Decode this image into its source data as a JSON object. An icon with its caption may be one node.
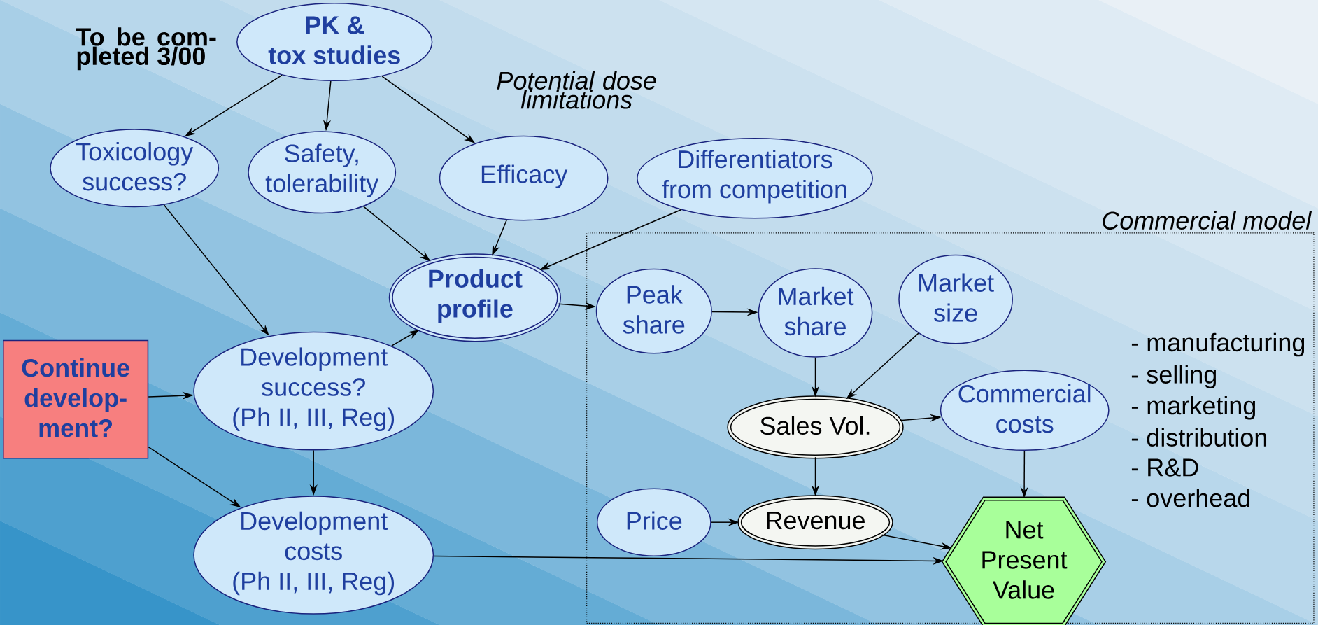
{
  "diagram": {
    "nodes": [
      {
        "text": [
          "PK & tox studies"
        ]
      },
      {
        "text": [
          "Toxicology success?"
        ]
      },
      {
        "text": [
          "Safety, tolerability"
        ]
      },
      {
        "text": [
          "Efficacy"
        ]
      },
      {
        "text": [
          "Differentiators from competition"
        ]
      },
      {
        "text": [
          "Product profile"
        ]
      },
      {
        "text": [
          "Continue develop- ment?"
        ]
      },
      {
        "text": [
          "Development success? (Ph II, III, Reg)"
        ]
      },
      {
        "text": [
          "Development costs (Ph II, III, Reg)"
        ]
      },
      {
        "text": [
          "Commercial model"
        ]
      },
      {
        "text": [
          "Peak share"
        ],
        "in": 9
      },
      {
        "text": [
          "Market share"
        ],
        "in": 9
      },
      {
        "text": [
          "Market size"
        ],
        "in": 9
      },
      {
        "text": [
          "Sales Vol."
        ],
        "in": 9
      },
      {
        "text": [
          "Commercial costs"
        ],
        "in": 9
      },
      {
        "text": [
          "Price"
        ],
        "in": 9
      },
      {
        "text": [
          "Revenue"
        ],
        "in": 9
      },
      {
        "text": [
          "Net Present Value"
        ],
        "in": 9
      }
    ],
    "edges": [
      {
        "from": 0,
        "to": 1,
        "arrow": "to"
      },
      {
        "from": 0,
        "to": 2,
        "arrow": "to"
      },
      {
        "from": 0,
        "to": 3,
        "arrow": "to"
      },
      {
        "from": 2,
        "to": 5,
        "arrow": "to"
      },
      {
        "from": 3,
        "to": 5,
        "arrow": "to"
      },
      {
        "from": 4,
        "to": 5,
        "arrow": "to"
      },
      {
        "from": 1,
        "to": 7,
        "arrow": "to"
      },
      {
        "from": 7,
        "to": 5,
        "arrow": "to"
      },
      {
        "from": 6,
        "to": 7,
        "arrow": "to"
      },
      {
        "from": 6,
        "to": 8,
        "arrow": "to"
      },
      {
        "from": 7,
        "to": 8,
        "arrow": "to"
      },
      {
        "from": 5,
        "to": 10,
        "arrow": "to"
      },
      {
        "from": 10,
        "to": 11,
        "arrow": "to"
      },
      {
        "from": 11,
        "to": 13,
        "arrow": "to"
      },
      {
        "from": 12,
        "to": 13,
        "arrow": "to"
      },
      {
        "from": 13,
        "to": 14,
        "arrow": "to"
      },
      {
        "from": 13,
        "to": 16,
        "arrow": "to"
      },
      {
        "from": 15,
        "to": 16,
        "arrow": "to"
      },
      {
        "from": 14,
        "to": 17,
        "arrow": "to"
      },
      {
        "from": 16,
        "to": 17,
        "arrow": "to"
      },
      {
        "from": 8,
        "to": 17,
        "arrow": "to"
      }
    ],
    "labels": [
      "To be com- pleted 3/00",
      "Potential dose limitations",
      "- manufacturing",
      "- selling",
      "- marketing",
      "- distribution",
      "- R&D",
      "- overhead"
    ]
  }
}
